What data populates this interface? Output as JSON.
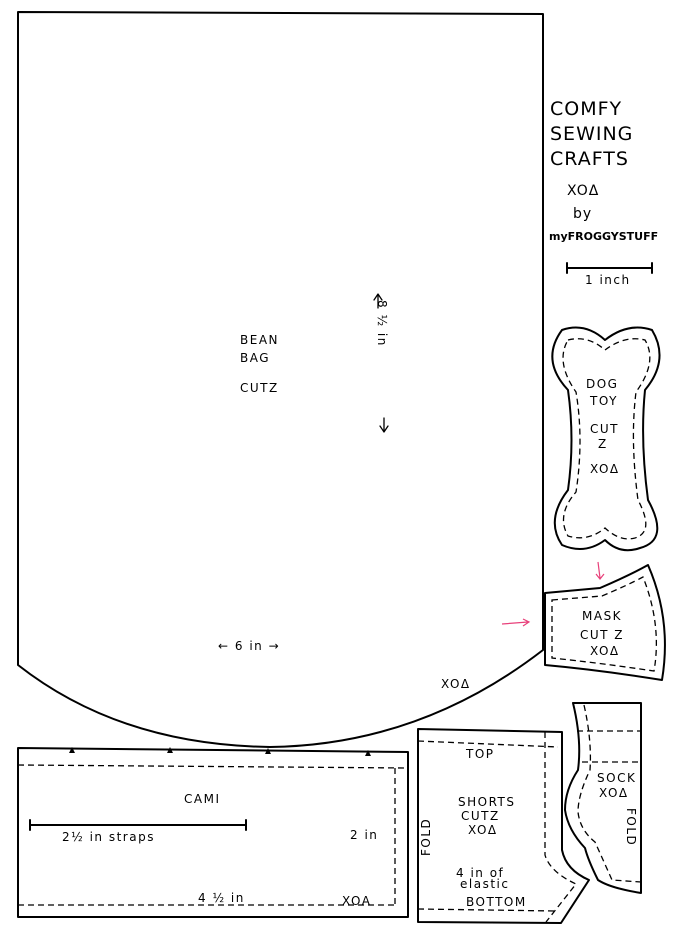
{
  "title": {
    "line1": "COMFY",
    "line2": "SEWING",
    "line3": "CRAFTS",
    "mark": "XOΔ",
    "by": "by",
    "author": "myFROGGYSTUFF",
    "scale_label": "1 inch"
  },
  "bean_bag": {
    "line1": "BEAN",
    "line2": "BAG",
    "line3": "CUTZ",
    "height": "8 ½ in",
    "width": "← 6 in →",
    "mark": "XOΔ"
  },
  "dog_toy": {
    "line1": "DOG",
    "line2": "TOY",
    "line3": "CUT",
    "line4": "Z",
    "mark": "XOΔ"
  },
  "mask": {
    "line1": "MASK",
    "line2": "CUT Z",
    "mark": "XOΔ"
  },
  "cami": {
    "label": "CAMI",
    "straps": "2½ in   straps",
    "height": "2 in",
    "width": "4 ½ in",
    "mark": "XOA"
  },
  "shorts": {
    "top": "TOP",
    "line1": "SHORTS",
    "line2": "CUTZ",
    "mark": "XOΔ",
    "fold": "FOLD",
    "elastic1": "4 in of",
    "elastic2": "elastic",
    "bottom": "BOTTOM"
  },
  "sock": {
    "line1": "SOCK",
    "mark": "XOΔ",
    "fold": "FOLD"
  },
  "colors": {
    "ink": "#000000",
    "arrow": "#e8407a"
  }
}
